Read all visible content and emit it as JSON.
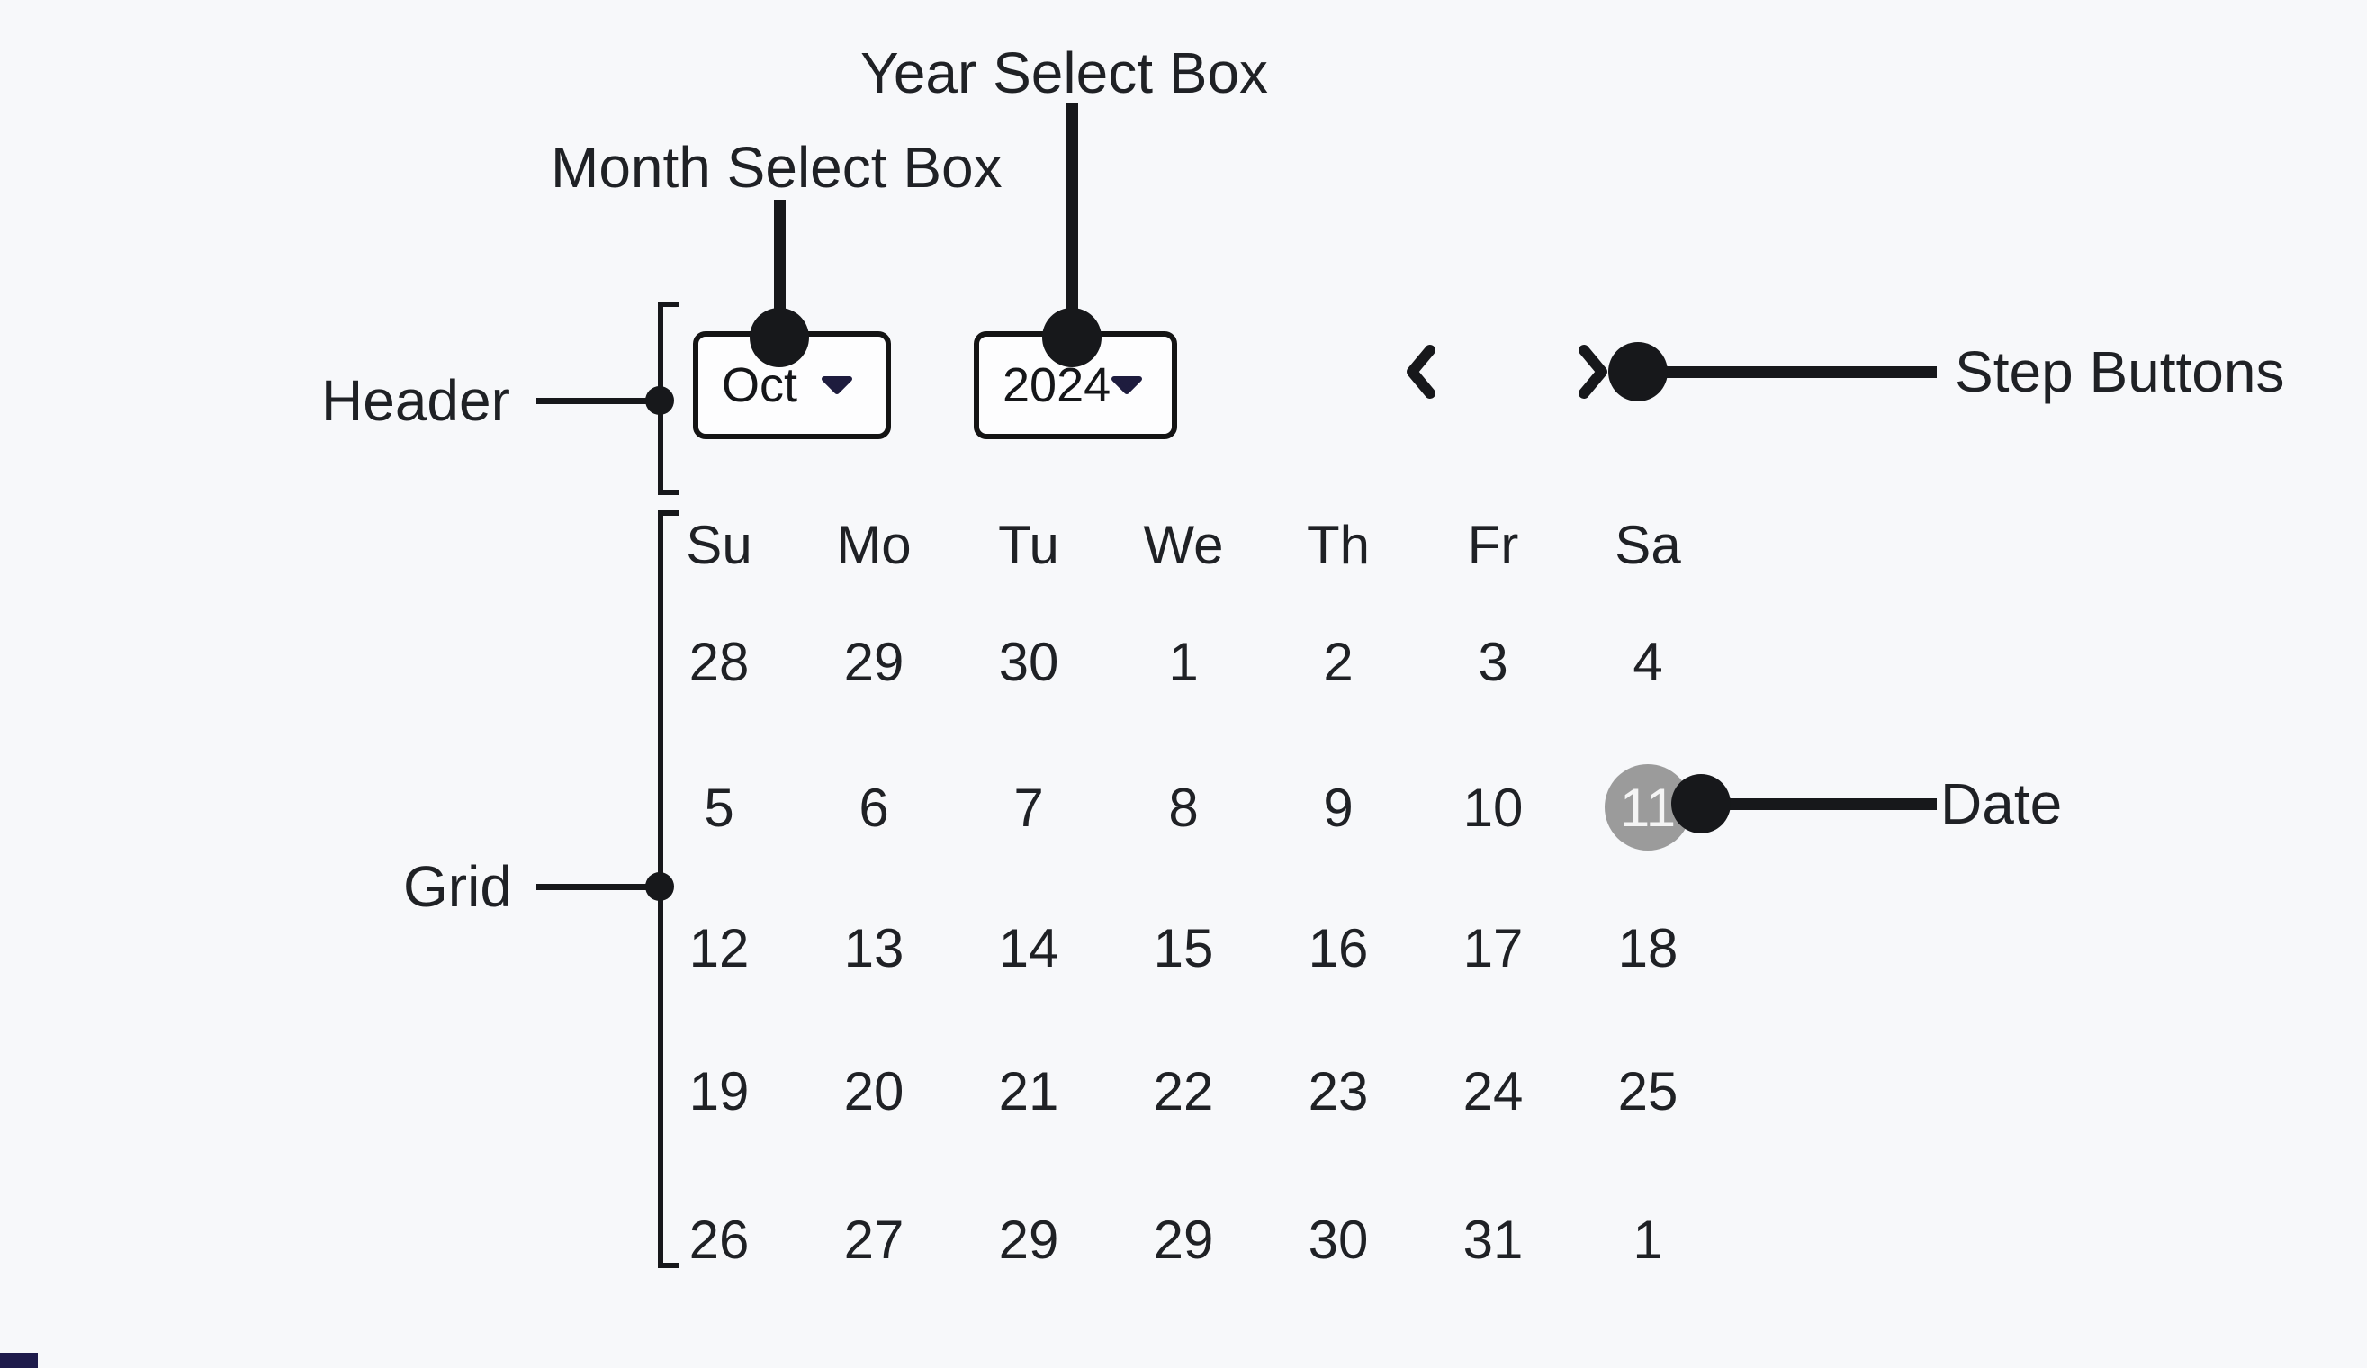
{
  "annotations": {
    "year_select_label": "Year Select Box",
    "month_select_label": "Month Select Box",
    "header_label": "Header",
    "step_buttons_label": "Step Buttons",
    "grid_label": "Grid",
    "date_label": "Date"
  },
  "calendar": {
    "month_select": {
      "value": "Oct"
    },
    "year_select": {
      "value": "2024"
    },
    "step_buttons": {
      "prev_icon": "chevron-left",
      "next_icon": "chevron-right"
    },
    "day_names": [
      "Su",
      "Mo",
      "Tu",
      "We",
      "Th",
      "Fr",
      "Sa"
    ],
    "weeks": [
      [
        "28",
        "29",
        "30",
        "1",
        "2",
        "3",
        "4"
      ],
      [
        "5",
        "6",
        "7",
        "8",
        "9",
        "10",
        "11"
      ],
      [
        "12",
        "13",
        "14",
        "15",
        "16",
        "17",
        "18"
      ],
      [
        "19",
        "20",
        "21",
        "22",
        "23",
        "24",
        "25"
      ],
      [
        "26",
        "27",
        "29",
        "29",
        "30",
        "31",
        "1"
      ]
    ],
    "selected": {
      "week_index": 1,
      "day_index": 6,
      "value": "11"
    }
  },
  "colors": {
    "background": "#f7f8fa",
    "ink": "#17181b",
    "caret": "#1e1c3e",
    "selected_circle": "#9b9b9b",
    "selected_text": "#f4f4f4"
  }
}
